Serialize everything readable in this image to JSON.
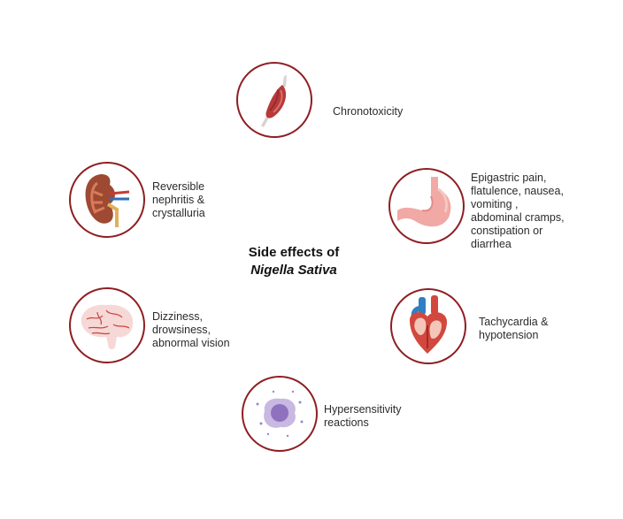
{
  "center": {
    "line1": "Side effects of",
    "line2": "Nigella Sativa"
  },
  "effects": [
    {
      "icon": "muscle-icon",
      "label": "Chronotoxicity"
    },
    {
      "icon": "stomach-icon",
      "label": "Epigastric pain,\nflatulence, nausea,\nvomiting ,\nabdominal cramps,\nconstipation or\ndiarrhea"
    },
    {
      "icon": "heart-icon",
      "label": "Tachycardia &\nhypotension"
    },
    {
      "icon": "immune-cell-icon",
      "label": "Hypersensitivity\nreactions"
    },
    {
      "icon": "brain-icon",
      "label": "Dizziness,\ndrowsiness,\nabnormal vision"
    },
    {
      "icon": "kidney-icon",
      "label": "Reversible\nnephritis  &\ncrystalluria"
    }
  ],
  "colors": {
    "ring": "#8e1e22",
    "text": "#2b2b2b"
  }
}
